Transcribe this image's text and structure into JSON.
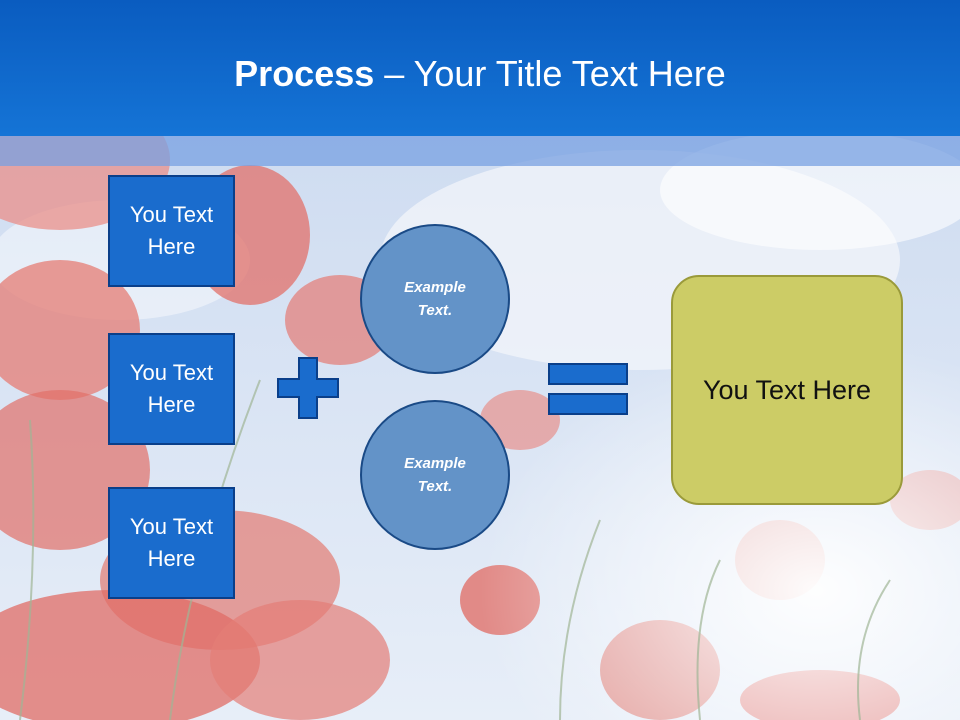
{
  "slide": {
    "title_bold": "Process",
    "title_rest": " – Your Title Text Here",
    "boxes": [
      {
        "text": "You Text Here"
      },
      {
        "text": "You Text Here"
      },
      {
        "text": "You Text Here"
      }
    ],
    "circles": [
      {
        "text": "Example Text."
      },
      {
        "text": "Example Text."
      }
    ],
    "result": {
      "text": "You Text Here"
    }
  },
  "colors": {
    "header": "#1574d6",
    "box_fill": "#1a6ccd",
    "circle_fill": "#6393c8",
    "result_fill": "#cccc66"
  }
}
